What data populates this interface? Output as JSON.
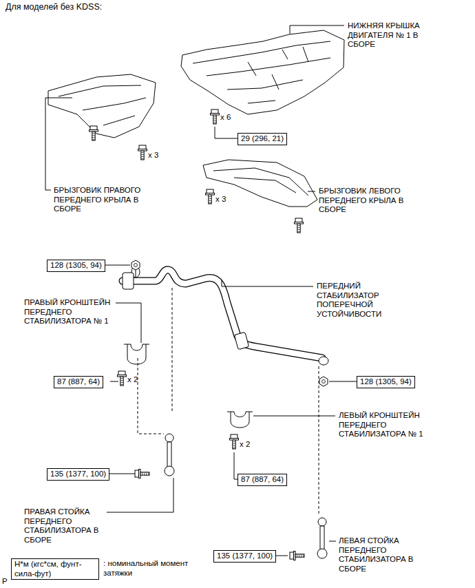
{
  "diagram": {
    "title": "Для моделей без KDSS:",
    "nodes": [
      {
        "text": [
          "29 (296, 21)"
        ]
      },
      {
        "text": [
          "128 (1305, 94)"
        ]
      },
      {
        "text": [
          "128 (1305, 94)"
        ]
      },
      {
        "text": [
          "87 (887, 64)"
        ]
      },
      {
        "text": [
          "135 (1377, 100)"
        ]
      },
      {
        "text": [
          "87 (887, 64)"
        ]
      },
      {
        "text": [
          "135 (1377, 100)"
        ]
      },
      {
        "text": [
          "Н*м (кгс*см, фунт-сила-фут)"
        ]
      }
    ],
    "labels": [
      "НИЖНЯЯ КРЫШКА ДВИГАТЕЛЯ № 1 В СБОРЕ",
      "x 6",
      "x 3",
      "БРЫЗГОВИК ПРАВОГО ПЕРЕДНЕГО КРЫЛА В СБОРЕ",
      "БРЫЗГОВИК ЛЕВОГО ПЕРЕДНЕГО КРЫЛА В СБОРЕ",
      "x 3",
      "ПЕРЕДНИЙ СТАБИЛИЗАТОР ПОПЕРЕЧНОЙ УСТОЙЧИВОСТИ",
      "ПРАВЫЙ КРОНШТЕЙН ПЕРЕДНЕГО СТАБИЛИЗАТОРА № 1",
      "x 2",
      "ЛЕВЫЙ КРОНШТЕЙН ПЕРЕДНЕГО СТАБИЛИЗАТОРА № 1",
      "x 2",
      "ПРАВАЯ СТОЙКА ПЕРЕДНЕГО СТАБИЛИЗАТОРА В СБОРЕ",
      "ЛЕВАЯ СТОЙКА ПЕРЕДНЕГО СТАБИЛИЗАТОРА В СБОРЕ",
      "P"
    ],
    "legend": [
      {
        "text": ": номинальный момент затяжки"
      }
    ]
  }
}
